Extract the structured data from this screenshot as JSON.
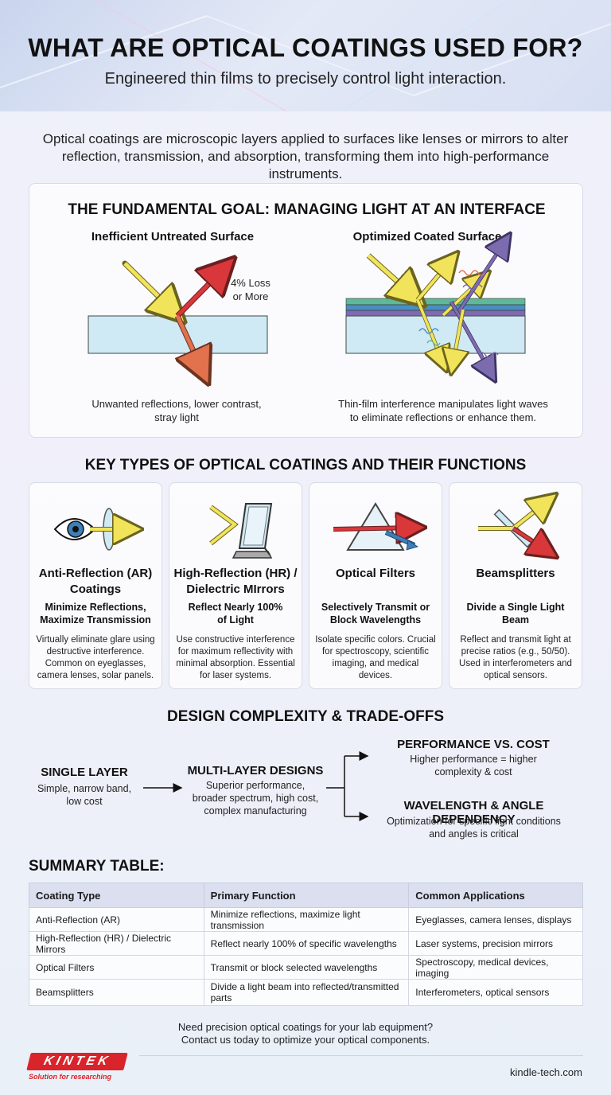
{
  "header": {
    "title": "WHAT ARE OPTICAL COATINGS USED FOR?",
    "subtitle": "Engineered thin films to precisely control light interaction."
  },
  "intro": "Optical coatings are microscopic layers applied to surfaces like lenses or mirrors to alter reflection, transmission, and absorption, transforming them into high-performance instruments.",
  "goal": {
    "heading": "THE FUNDAMENTAL GOAL: MANAGING LIGHT AT AN INTERFACE",
    "untreated": {
      "title": "Inefficient Untreated Surface",
      "loss_line1": "4% Loss",
      "loss_line2": "or More",
      "caption_line1": "Unwanted reflections, lower contrast,",
      "caption_line2": "stray light"
    },
    "coated": {
      "title": "Optimized Coated Surface",
      "caption_line1": "Thin-film interference manipulates light waves",
      "caption_line2": "to eliminate reflections or enhance them."
    }
  },
  "types": {
    "heading": "KEY TYPES OF OPTICAL COATINGS AND THEIR FUNCTIONS",
    "cards": [
      {
        "icon": "eye-lens-icon",
        "title_line1": "Anti-Reflection (AR)",
        "title_line2": "Coatings",
        "sub_line1": "Minimize Reflections,",
        "sub_line2": "Maximize Transmission",
        "desc": "Virtually eliminate glare using destructive interference. Common on eyeglasses, camera lenses, solar panels."
      },
      {
        "icon": "mirror-icon",
        "title_line1": "High-Reflection (HR) /",
        "title_line2": "Dielectric MIrrors",
        "sub_line1": "Reflect Nearly 100%",
        "sub_line2": "of Light",
        "desc": "Use constructive interference for maximum reflectivity with minimal absorption. Essential for laser systems."
      },
      {
        "icon": "prism-icon",
        "title_line1": "Optical Filters",
        "title_line2": "",
        "sub_line1": "Selectively Transmit or",
        "sub_line2": "Block Wavelengths",
        "desc": "Isolate specific colors. Crucial for spectroscopy, scientific imaging, and medical devices."
      },
      {
        "icon": "beamsplitter-icon",
        "title_line1": "Beamsplitters",
        "title_line2": "",
        "sub_line1": "Divide a Single Light",
        "sub_line2": "Beam",
        "desc": "Reflect and transmit light at precise ratios (e.g., 50/50). Used in interferometers and optical sensors."
      }
    ]
  },
  "design": {
    "heading": "DESIGN COMPLEXITY & TRADE-OFFS",
    "single": {
      "title": "SINGLE LAYER",
      "line1": "Simple, narrow band,",
      "line2": "low cost"
    },
    "multi": {
      "title": "MULTI-LAYER DESIGNS",
      "line1": "Superior performance,",
      "line2": "broader spectrum, high cost,",
      "line3": "complex manufacturing"
    },
    "perf": {
      "title": "PERFORMANCE VS. COST",
      "line1": "Higher performance = higher",
      "line2": "complexity & cost"
    },
    "wave": {
      "title": "WAVELENGTH & ANGLE DEPENDENCY",
      "line1": "Optimization for specific light conditions",
      "line2": "and angles is critical"
    }
  },
  "summary": {
    "heading": "SUMMARY TABLE:",
    "columns": [
      "Coating Type",
      "Primary Function",
      "Common Applications"
    ],
    "rows": [
      [
        "Anti-Reflection (AR)",
        "Minimize reflections, maximize light transmission",
        "Eyeglasses, camera lenses, displays"
      ],
      [
        "High-Reflection (HR) / Dielectric Mirrors",
        "Reflect nearly 100% of specific wavelengths",
        "Laser systems, precision mirrors"
      ],
      [
        "Optical Filters",
        "Transmit or block selected wavelengths",
        "Spectroscopy, medical devices, imaging"
      ],
      [
        "Beamsplitters",
        "Divide a light beam into reflected/transmitted parts",
        "Interferometers, optical sensors"
      ]
    ]
  },
  "footer": {
    "cta_line1": "Need precision optical coatings for your lab equipment?",
    "cta_line2": "Contact us today to optimize your optical components.",
    "logo_text": "KINTEK",
    "logo_tagline": "Solution for researching",
    "site": "kindle-tech.com"
  },
  "colors": {
    "incident": "#f2e45a",
    "reflected": "#d9373a",
    "transmitted": "#e2714d",
    "glass": "#cfe9f5",
    "layer_green": "#5fb89a",
    "layer_blue": "#4a8fc2",
    "layer_purple": "#7d6bb0"
  }
}
